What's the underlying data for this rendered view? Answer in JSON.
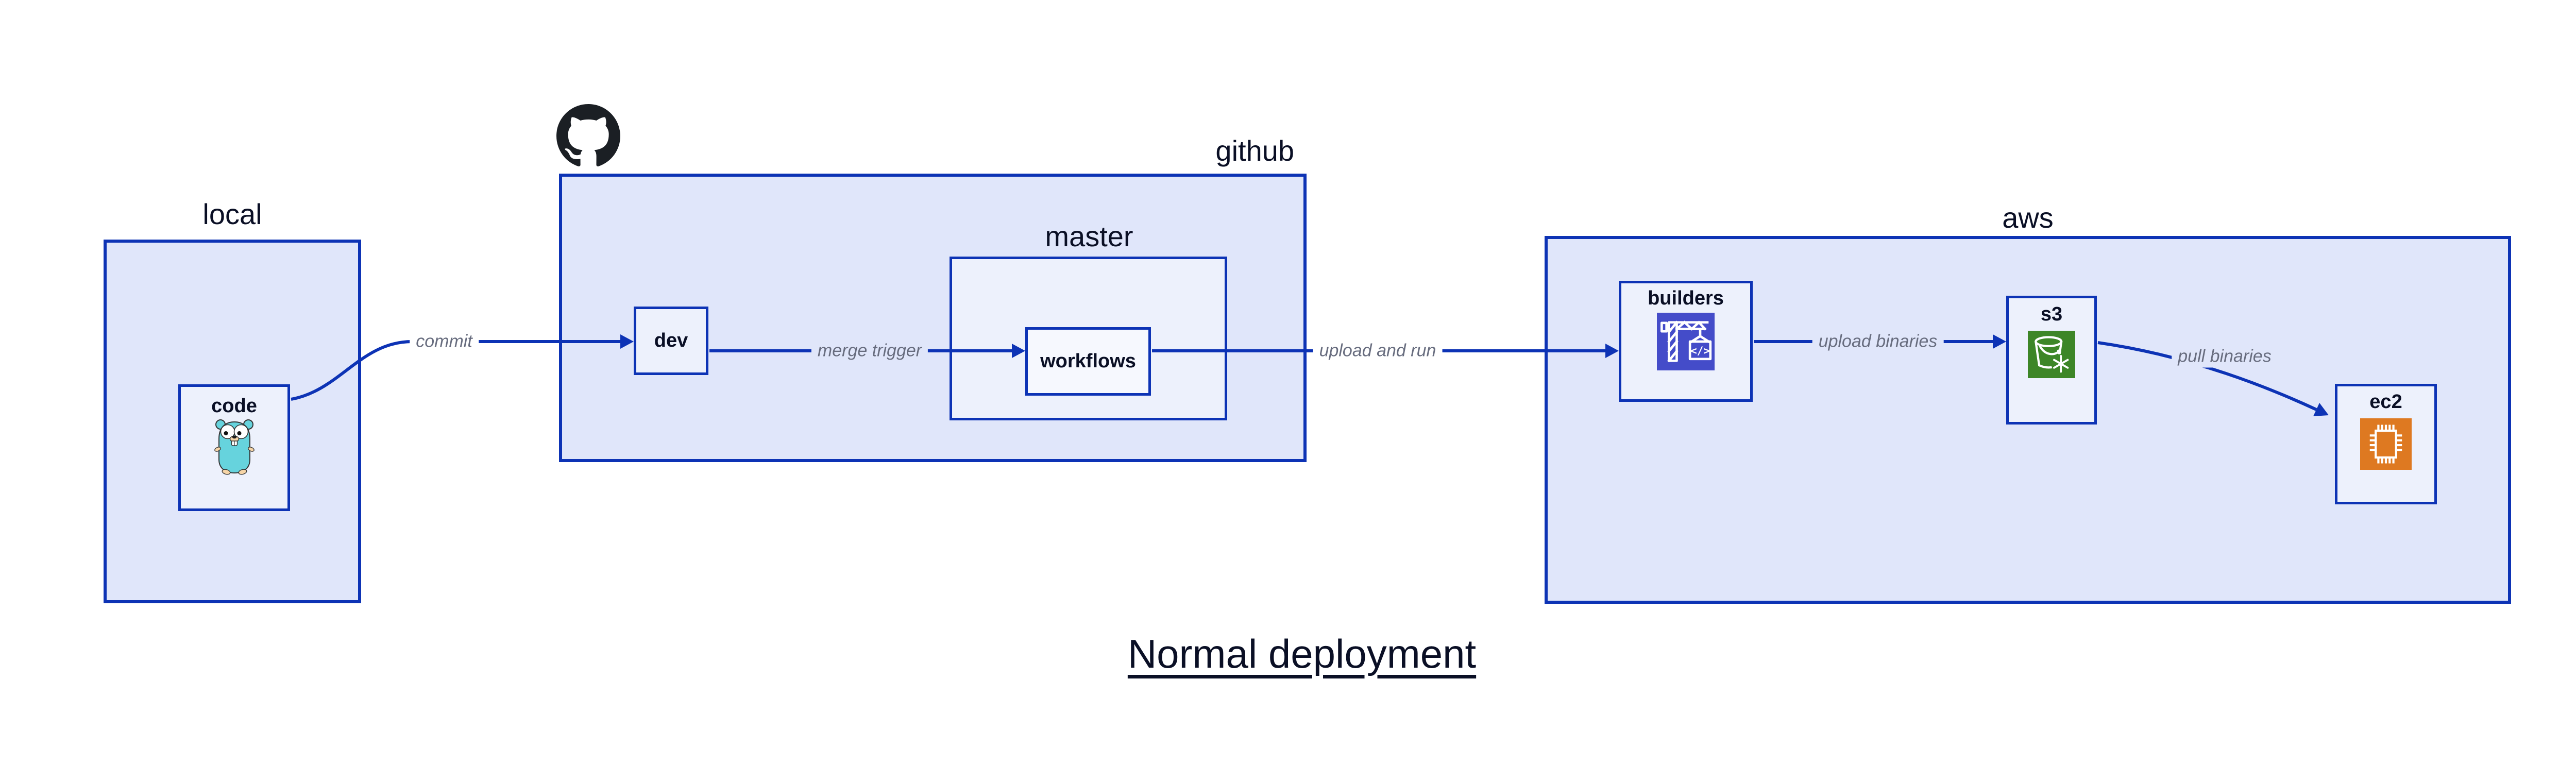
{
  "diagram": {
    "title": "Normal deployment",
    "groups": {
      "local": {
        "label": "local",
        "children": {
          "code": {
            "label": "code",
            "icon": "go-gopher-icon"
          }
        }
      },
      "github": {
        "label": "github",
        "icon": "github-octocat-icon",
        "children": {
          "dev": {
            "label": "dev"
          },
          "master": {
            "label": "master",
            "children": {
              "workflows": {
                "label": "workflows"
              }
            }
          }
        }
      },
      "aws": {
        "label": "aws",
        "children": {
          "builders": {
            "label": "builders",
            "icon": "aws-codebuild-icon"
          },
          "s3": {
            "label": "s3",
            "icon": "aws-s3-glacier-icon"
          },
          "ec2": {
            "label": "ec2",
            "icon": "aws-ec2-icon"
          }
        }
      }
    },
    "edges": [
      {
        "from": "local.code",
        "to": "github.dev",
        "label": "commit"
      },
      {
        "from": "github.dev",
        "to": "github.master.workflows",
        "label": "merge trigger"
      },
      {
        "from": "github.master.workflows",
        "to": "aws.builders",
        "label": "upload and run"
      },
      {
        "from": "aws.builders",
        "to": "aws.s3",
        "label": "upload binaries"
      },
      {
        "from": "aws.s3",
        "to": "aws.ec2",
        "label": "pull binaries"
      }
    ],
    "colors": {
      "border_and_arrow_blue": "#0D33B5",
      "container_fill": "#E0E6FA",
      "node_fill": "#EDF1FC",
      "nested_node_fill": "#F6F8FE",
      "text_dark": "#0A0F25",
      "edge_label_gray": "#676C7E",
      "codebuild_indigo": "#444CC9",
      "s3_glacier_green": "#3D8627",
      "ec2_orange": "#DE7921",
      "gopher_cyan": "#66D3DD",
      "octocat_black": "#1B1F24"
    }
  }
}
